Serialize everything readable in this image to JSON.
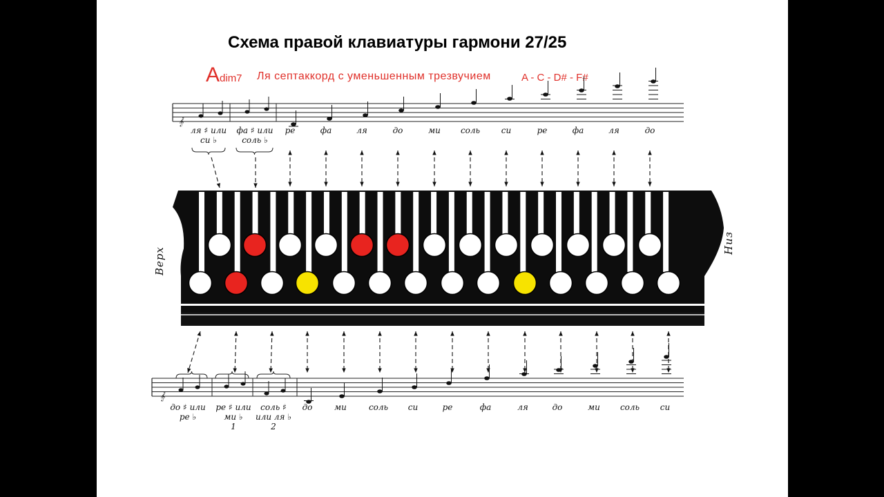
{
  "title": "Схема правой клавиатуры гармони 27/25",
  "chord": {
    "letter": "A",
    "suffix": "dim7",
    "description": "Ля септаккорд с уменьшенным трезвучием",
    "notes": "A - C - D# - F#"
  },
  "side_labels": {
    "left": "Верх",
    "right": "Низ"
  },
  "colors": {
    "red": "#e8241f",
    "yellow": "#f7e300",
    "white": "#ffffff",
    "chord_text": "#e0302a"
  },
  "top_staff": {
    "labels": [
      {
        "line1": "ля ♯ или",
        "line2": "си ♭"
      },
      {
        "line1": "фа ♯ или",
        "line2": "соль ♭"
      },
      {
        "line1": "ре"
      },
      {
        "line1": "фа"
      },
      {
        "line1": "ля"
      },
      {
        "line1": "до"
      },
      {
        "line1": "ми"
      },
      {
        "line1": "соль"
      },
      {
        "line1": "си"
      },
      {
        "line1": "ре"
      },
      {
        "line1": "фа"
      },
      {
        "line1": "ля"
      },
      {
        "line1": "до"
      }
    ]
  },
  "bottom_staff": {
    "labels": [
      {
        "line1": "до ♯ или",
        "line2": "ре ♭"
      },
      {
        "line1": "ре ♯ или",
        "line2": "ми ♭",
        "line3": "1"
      },
      {
        "line1": "соль ♯",
        "line2": "или ля ♭",
        "line3": "2"
      },
      {
        "line1": "до"
      },
      {
        "line1": "ми"
      },
      {
        "line1": "соль"
      },
      {
        "line1": "си"
      },
      {
        "line1": "ре"
      },
      {
        "line1": "фа"
      },
      {
        "line1": "ля"
      },
      {
        "line1": "до"
      },
      {
        "line1": "ми"
      },
      {
        "line1": "соль"
      },
      {
        "line1": "си"
      }
    ]
  },
  "keyboard": {
    "top_row": [
      "white",
      "red",
      "white",
      "white",
      "red",
      "red",
      "white",
      "white",
      "white",
      "white",
      "white",
      "white",
      "white"
    ],
    "bottom_row": [
      "white",
      "red",
      "white",
      "yellow",
      "white",
      "white",
      "white",
      "white",
      "white",
      "yellow",
      "white",
      "white",
      "white",
      "white"
    ]
  }
}
